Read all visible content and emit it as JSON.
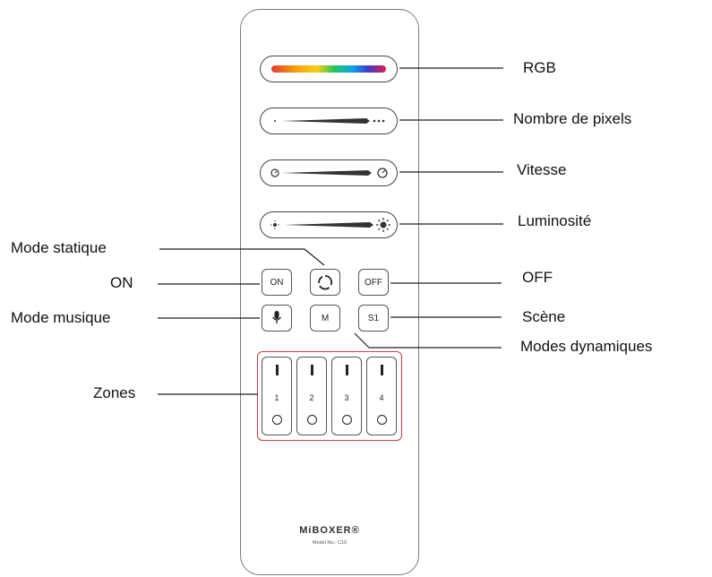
{
  "labels": {
    "rgb": "RGB",
    "pixels": "Nombre de pixels",
    "vitesse": "Vitesse",
    "luminosite": "Luminosité",
    "mode_statique": "Mode statique",
    "on": "ON",
    "off": "OFF",
    "mode_musique": "Mode musique",
    "scene": "Scène",
    "modes_dynamiques": "Modes dynamiques",
    "zones": "Zones"
  },
  "buttons": {
    "on": "ON",
    "off": "OFF",
    "m": "M",
    "s1": "S1"
  },
  "zones": [
    "1",
    "2",
    "3",
    "4"
  ],
  "brand": {
    "name": "MiBOXER®",
    "model": "Model No.: C10"
  },
  "colors": {
    "zone_highlight": "#d23a3a",
    "leader_line": "#222222"
  }
}
